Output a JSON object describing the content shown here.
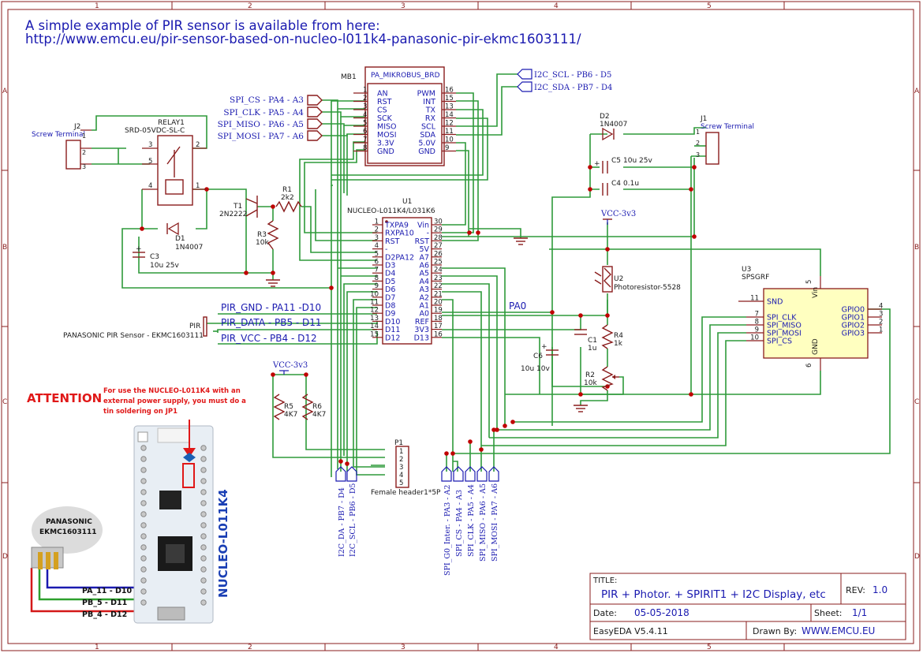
{
  "banner": {
    "line1": "A simple example of PIR sensor is available from here:",
    "line2": "http://www.emcu.eu/pir-sensor-based-on-nucleo-l011k4-panasonic-pir-ekmc1603111/"
  },
  "grid": {
    "cols": [
      "1",
      "2",
      "3",
      "4",
      "5"
    ],
    "rows": [
      "A",
      "B",
      "C",
      "D"
    ]
  },
  "mikrobus": {
    "ref": "MB1",
    "name": "PA_MIKROBUS_BRD",
    "left_pins": [
      {
        "n": "1",
        "name": "AN"
      },
      {
        "n": "2",
        "name": "RST"
      },
      {
        "n": "3",
        "name": "CS"
      },
      {
        "n": "4",
        "name": "SCK"
      },
      {
        "n": "5",
        "name": "MISO"
      },
      {
        "n": "6",
        "name": "MOSI"
      },
      {
        "n": "7",
        "name": "3.3V"
      },
      {
        "n": "8",
        "name": "GND"
      }
    ],
    "right_pins": [
      {
        "n": "16",
        "name": "PWM"
      },
      {
        "n": "15",
        "name": "INT"
      },
      {
        "n": "13",
        "name": "TX"
      },
      {
        "n": "14",
        "name": "RX"
      },
      {
        "n": "12",
        "name": "SCL"
      },
      {
        "n": "11",
        "name": "SDA"
      },
      {
        "n": "10",
        "name": "5.0V"
      },
      {
        "n": "9",
        "name": "GND"
      }
    ],
    "spi_nets": [
      "SPI_CS - PA4 - A3",
      "SPI_CLK - PA5 - A4",
      "SPI_MISO - PA6 - A5",
      "SPI_MOSI - PA7 - A6"
    ],
    "i2c_nets": [
      "I2C_SCL - PB6 - D5",
      "I2C_SDA - PB7 - D4"
    ]
  },
  "relay": {
    "ref": "RELAY1",
    "name": "SRD-05VDC-SL-C",
    "pins": [
      "1",
      "2",
      "3",
      "4",
      "5"
    ]
  },
  "j2": {
    "ref": "J2",
    "name": "Screw Terminal",
    "pins": [
      "1",
      "2",
      "3"
    ]
  },
  "j1": {
    "ref": "J1",
    "name": "Screw Terminal",
    "pins": [
      "1",
      "2",
      "3"
    ]
  },
  "d1": {
    "ref": "D1",
    "value": "1N4007"
  },
  "d2": {
    "ref": "D2",
    "value": "1N4007"
  },
  "c3": {
    "ref": "C3",
    "value": "10u 25v"
  },
  "c5": {
    "ref": "C5",
    "value": "10u 25v"
  },
  "c4": {
    "ref": "C4",
    "value": "0.1u"
  },
  "c1": {
    "ref": "C1",
    "value": "1u"
  },
  "c6": {
    "ref": "C6",
    "value": "10u 10v"
  },
  "t1": {
    "ref": "T1",
    "value": "2N2222"
  },
  "r1": {
    "ref": "R1",
    "value": "2k2"
  },
  "r3": {
    "ref": "R3",
    "value": "10k"
  },
  "r4": {
    "ref": "R4",
    "value": "1k"
  },
  "r2": {
    "ref": "R2",
    "value": "10k"
  },
  "r5": {
    "ref": "R5",
    "value": "4K7"
  },
  "r6": {
    "ref": "R6",
    "value": "4K7"
  },
  "u2": {
    "ref": "U2",
    "value": "Photoresistor-5528"
  },
  "vcc1": "VCC-3v3",
  "vcc2": "VCC-3v3",
  "u1": {
    "ref": "U1",
    "name": "NUCLEO-L011K4/L031K6",
    "left_pins": [
      {
        "n": "1",
        "name": "TXPA9"
      },
      {
        "n": "2",
        "name": "RXPA10"
      },
      {
        "n": "3",
        "name": "RST"
      },
      {
        "n": "4",
        "name": "-"
      },
      {
        "n": "5",
        "name": "D2PA12"
      },
      {
        "n": "6",
        "name": "D3"
      },
      {
        "n": "7",
        "name": "D4"
      },
      {
        "n": "8",
        "name": "D5"
      },
      {
        "n": "9",
        "name": "D6"
      },
      {
        "n": "10",
        "name": "D7"
      },
      {
        "n": "11",
        "name": "D8"
      },
      {
        "n": "12",
        "name": "D9"
      },
      {
        "n": "13",
        "name": "D10"
      },
      {
        "n": "14",
        "name": "D11"
      },
      {
        "n": "15",
        "name": "D12"
      }
    ],
    "right_pins": [
      {
        "n": "30",
        "name": "Vin"
      },
      {
        "n": "29",
        "name": "-"
      },
      {
        "n": "28",
        "name": "RST"
      },
      {
        "n": "27",
        "name": "5V"
      },
      {
        "n": "26",
        "name": "A7"
      },
      {
        "n": "25",
        "name": "A6"
      },
      {
        "n": "24",
        "name": "A5"
      },
      {
        "n": "23",
        "name": "A4"
      },
      {
        "n": "22",
        "name": "A3"
      },
      {
        "n": "21",
        "name": "A2"
      },
      {
        "n": "20",
        "name": "A1"
      },
      {
        "n": "19",
        "name": "A0"
      },
      {
        "n": "18",
        "name": "REF"
      },
      {
        "n": "17",
        "name": "3V3"
      },
      {
        "n": "16",
        "name": "D13"
      }
    ]
  },
  "pir": {
    "ref": "PIR",
    "name": "PANASONIC PIR Sensor - EKMC1603111",
    "nets": [
      "PIR_GND - PA11 -D10",
      "PIR_DATA - PB5 - D11",
      "PIR_VCC - PB4 - D12"
    ]
  },
  "pa0": "PA0",
  "u3": {
    "ref": "U3",
    "name": "SPSGRF",
    "left_pins": [
      {
        "n": "11",
        "name": "SND"
      },
      {
        "n": "7",
        "name": "SPI_CLK"
      },
      {
        "n": "8",
        "name": "SPI_MISO"
      },
      {
        "n": "9",
        "name": "SPI_MOSI"
      },
      {
        "n": "10",
        "name": "SPI_CS"
      }
    ],
    "right_pins": [
      {
        "n": "4",
        "name": "GPIO0"
      },
      {
        "n": "3",
        "name": "GPIO1"
      },
      {
        "n": "2",
        "name": "GPIO2"
      },
      {
        "n": "1",
        "name": "GPIO3"
      }
    ],
    "top": {
      "n": "5",
      "name": "Vin"
    },
    "bottom": {
      "n": "6",
      "name": "GND"
    }
  },
  "p1": {
    "ref": "P1",
    "name": "Female header1*5P",
    "pins": [
      "1",
      "2",
      "3",
      "4",
      "5"
    ]
  },
  "bottom_nets_left": [
    "I2C_DA - PB7 - D4",
    "I2C_SCL - PB6 - D5"
  ],
  "bottom_nets_right": [
    "SPI_G0_Inter. - PA3 - A2",
    "SPI_CS - PA4 - A3",
    "SPI_CLK - PA5 - A4",
    "SPI_MISO - PA6 - A5",
    "SPI_MOSI - PA7 - A6"
  ],
  "attention": {
    "title": "ATTENTION",
    "note": [
      "For use the NUCLEO-L011K4 with an",
      "external power supply, you must do a",
      "tin soldering on JP1"
    ]
  },
  "board": {
    "label": "NUCLEO-L011K4",
    "pir_label": [
      "PANASONIC",
      "EKMC1603111"
    ],
    "wires": [
      "PA_11 - D10",
      "PB_5   - D11",
      "PB_4   - D12"
    ]
  },
  "titleblock": {
    "title_label": "TITLE:",
    "title": "PIR + Photor. + SPIRIT1 + I2C Display, etc",
    "rev_label": "REV:",
    "rev": "1.0",
    "date_label": "Date:",
    "date": "05-05-2018",
    "sheet_label": "Sheet:",
    "sheet": "1/1",
    "tool": "EasyEDA V5.4.11",
    "drawn_label": "Drawn By:",
    "drawn": "WWW.EMCU.EU"
  }
}
